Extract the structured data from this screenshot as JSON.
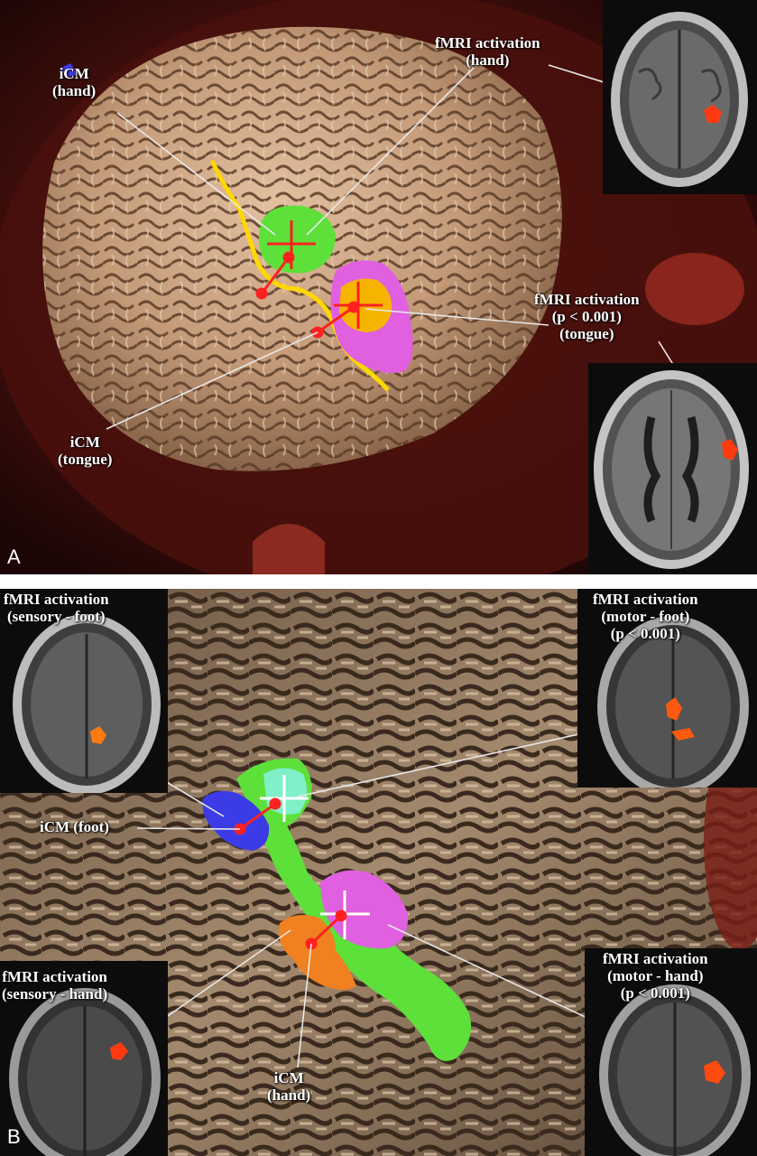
{
  "panel_a": {
    "letter": "A",
    "labels": {
      "icm_hand": [
        "iCM",
        "(hand)"
      ],
      "fmri_hand": [
        "fMRI activation",
        "(hand)"
      ],
      "fmri_tongue": [
        "fMRI activation",
        "(p < 0.001)",
        "(tongue)"
      ],
      "icm_tongue": [
        "iCM",
        "(tongue)"
      ]
    }
  },
  "panel_b": {
    "letter": "B",
    "labels": {
      "fmri_sensory_foot": [
        "fMRI activation",
        "(sensory - foot)"
      ],
      "fmri_motor_foot": [
        "fMRI activation",
        "(motor - foot)",
        "(p < 0.001)"
      ],
      "icm_foot": [
        "iCM (foot)"
      ],
      "fmri_sensory_hand": [
        "fMRI activation",
        "(sensory - hand)"
      ],
      "fmri_motor_hand": [
        "fMRI activation",
        "(motor - hand)",
        "(p < 0.001)"
      ],
      "icm_hand": [
        "iCM",
        "(hand)"
      ]
    }
  },
  "colors": {
    "brain": "#c49a78",
    "background_a": "#160605",
    "background_b": "#1a1411",
    "motor_hand_region": "#5de03a",
    "sensory_foot_region": "#3c3ce6",
    "tongue_region": "#e060e0",
    "hand_sensory_region": "#f08020",
    "tongue_core": "#f5b400",
    "sulcus_line": "#ffd800",
    "marker": "#ff2020"
  }
}
